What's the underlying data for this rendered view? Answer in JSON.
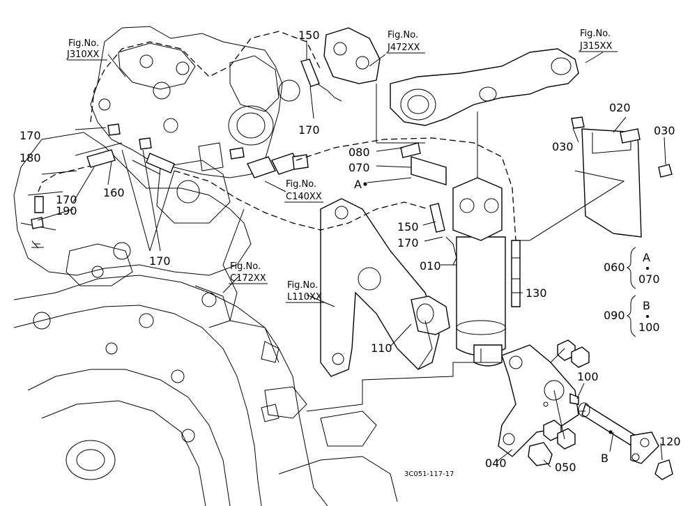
{
  "diagram": {
    "fig_refs": [
      {
        "no": "Fig.No.",
        "ref": "J310XX"
      },
      {
        "no": "Fig.No.",
        "ref": "J472XX"
      },
      {
        "no": "Fig.No.",
        "ref": "J315XX"
      },
      {
        "no": "Fig.No.",
        "ref": "C140XX"
      },
      {
        "no": "Fig.No.",
        "ref": "C172XX"
      },
      {
        "no": "Fig.No.",
        "ref": "L110XX"
      }
    ],
    "parts": {
      "p150a": "150",
      "p170a": "170",
      "p170b": "170",
      "p180": "180",
      "p160": "160",
      "p170c": "170",
      "p190": "190",
      "p170d": "170",
      "p080": "080",
      "p070": "070",
      "pA": "A",
      "p150b": "150",
      "p170e": "170",
      "p010": "010",
      "p110": "110",
      "p130": "130",
      "p020": "020",
      "p030a": "030",
      "p030b": "030",
      "p100": "100",
      "p040": "040",
      "p050": "050",
      "pB": "B",
      "p120": "120"
    },
    "sets": [
      {
        "number": "060",
        "letter": "A",
        "item": "070"
      },
      {
        "number": "090",
        "letter": "B",
        "item": "100"
      }
    ],
    "drawing_code": "3C051-117-17"
  }
}
